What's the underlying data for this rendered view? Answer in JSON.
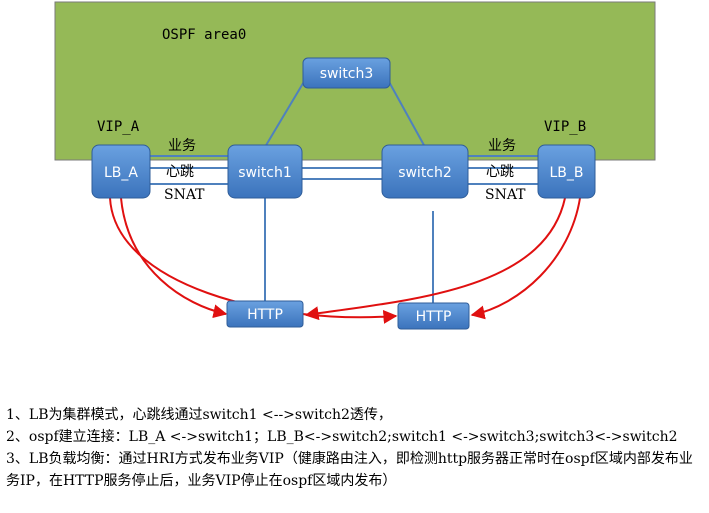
{
  "area": {
    "label": "OSPF area0"
  },
  "vip": {
    "a": "VIP_A",
    "b": "VIP_B"
  },
  "nodes": {
    "lb_a": "LB_A",
    "lb_b": "LB_B",
    "switch1": "switch1",
    "switch2": "switch2",
    "switch3": "switch3",
    "http1": "HTTP",
    "http2": "HTTP"
  },
  "links_left": {
    "service": "业务",
    "heartbeat": "心跳",
    "snat": "SNAT"
  },
  "links_right": {
    "service": "业务",
    "heartbeat": "心跳",
    "snat": "SNAT"
  },
  "notes": {
    "line1": "1、LB为集群模式，心跳线通过switch1 <-->switch2透传，",
    "line2": "2、ospf建立连接：LB_A <->switch1；LB_B<->switch2;switch1 <->switch3;switch3<->switch2",
    "line3": "3、LB负载均衡：通过HRI方式发布业务VIP（健康路由注入，即检测http服务器正常时在ospf区域内部发布业务IP，在HTTP服务停止后，业务VIP停止在ospf区域内发布）"
  },
  "colors": {
    "area_fill": "#95b957",
    "area_stroke": "#7a7a7a",
    "node_fill_top": "#5d95d8",
    "node_fill_bottom": "#3a73bd",
    "link": "#4f81bd",
    "red_arrow": "#e01010"
  }
}
